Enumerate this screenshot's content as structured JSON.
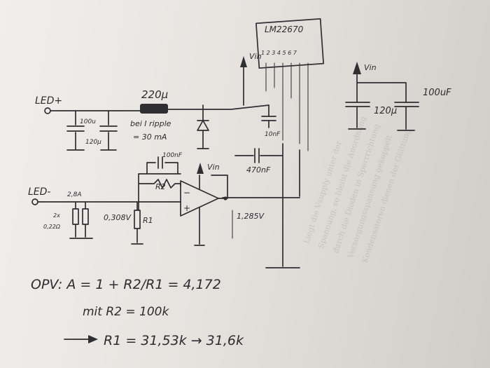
{
  "labels": {
    "chip": "LM22670",
    "chip_pins": "1 2 3 4 5 6 7",
    "vin": "Vin",
    "led_plus": "LED+",
    "led_minus": "LED-",
    "c_in": "100u",
    "c_in2": "120µ",
    "inductor": "220µ",
    "ripple_1": "bei I ripple",
    "ripple_2": "= 30 mA",
    "c_10n": "10nF",
    "c_100n": "100nF",
    "c_470n": "470nF",
    "r2": "R2",
    "r1": "R1",
    "current": "2,8A",
    "shunt_count": "2x",
    "shunt_value": "0,22Ω",
    "v_sense": "0,308V",
    "v_fb": "1,285V",
    "bulk_c": "120µ",
    "bulk_c2": "100uF",
    "formula_line1": "OPV:  A = 1 + R2/R1 = 4,172",
    "formula_line2": "mit R2 = 100k",
    "formula_line3": "R1 = 31,53k → 31,6k"
  }
}
